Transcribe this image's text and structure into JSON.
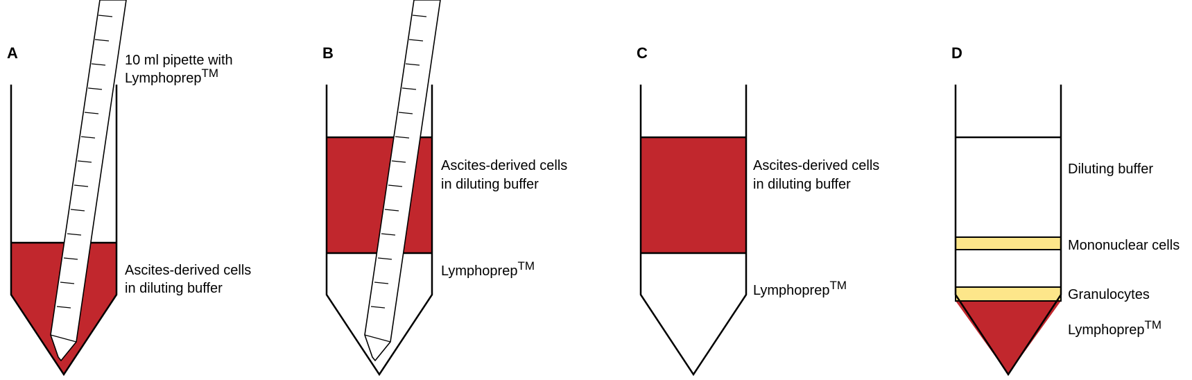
{
  "colors": {
    "red": "#c1272d",
    "yellow": "#fde68a",
    "outline": "#000000",
    "background": "#ffffff"
  },
  "panels": [
    {
      "letter": "A",
      "pipette_label": {
        "line1": "10 ml pipette with",
        "line2_base": "Lymphoprep",
        "line2_sup": "TM"
      },
      "cells_label": {
        "line1": "Ascites-derived cells",
        "line2": "in diluting buffer"
      }
    },
    {
      "letter": "B",
      "cells_label": {
        "line1": "Ascites-derived cells",
        "line2": "in diluting buffer"
      },
      "lymphoprep_label": {
        "base": "Lymphoprep",
        "sup": "TM"
      }
    },
    {
      "letter": "C",
      "cells_label": {
        "line1": "Ascites-derived cells",
        "line2": "in diluting buffer"
      },
      "lymphoprep_label": {
        "base": "Lymphoprep",
        "sup": "TM"
      }
    },
    {
      "letter": "D",
      "diluting_buffer_label": "Diluting buffer",
      "mononuclear_label": "Mononuclear cells",
      "granulocytes_label": "Granulocytes",
      "lymphoprep_label": {
        "base": "Lymphoprep",
        "sup": "TM"
      }
    }
  ]
}
